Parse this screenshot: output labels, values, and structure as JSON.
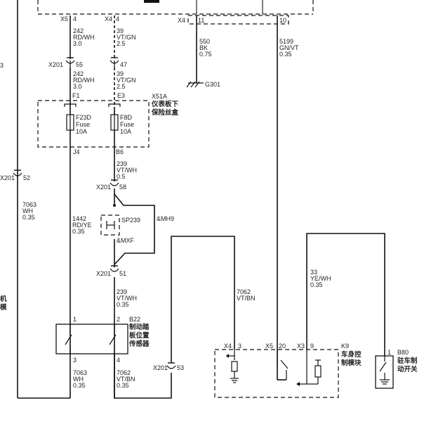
{
  "top": {
    "x5": "X5",
    "x5_pin": "4",
    "x4": "X4",
    "x4_pin": "4",
    "x4b": "X4",
    "pin11": "11",
    "pin10": "10"
  },
  "wires": {
    "w242a": [
      "242",
      "RD/WH",
      "3.0"
    ],
    "w39a": [
      "39",
      "VT/GN",
      "2.5"
    ],
    "w242b": [
      "242",
      "RD/WH",
      "3.0"
    ],
    "w39b": [
      "39",
      "VT/GN",
      "2.5"
    ],
    "w550": [
      "550",
      "BK",
      "0.75"
    ],
    "w5199": [
      "5199",
      "GN/VT",
      "0.35"
    ],
    "w239a": [
      "239",
      "VT/WH",
      "0.5"
    ],
    "w7063a": [
      "7063",
      "WH",
      "0.35"
    ],
    "w1442": [
      "1442",
      "RD/YE",
      "0.35"
    ],
    "w239b": [
      "239",
      "VT/WH",
      "0.35"
    ],
    "w7062a": [
      "7062",
      "VT/BN"
    ],
    "w33": [
      "33",
      "YE/WH",
      "0.35"
    ],
    "w7063b": [
      "7063",
      "WH",
      "0.35"
    ],
    "w7062b": [
      "7062",
      "VT/BN",
      "0.35"
    ]
  },
  "connectors": {
    "x201_55": {
      "name": "X201",
      "pin": "55"
    },
    "pin47": "47",
    "x201_52": {
      "name": "X201",
      "pin": "52"
    },
    "x201_58": {
      "name": "X201",
      "pin": "58"
    },
    "x201_51": {
      "name": "X201",
      "pin": "51"
    },
    "x201_53": {
      "name": "X201",
      "pin": "53"
    }
  },
  "ground": "G301",
  "fuse_block": {
    "ref": "X51A",
    "name_line1": "仪表板下",
    "name_line2": "保险丝盒",
    "pin_f1": "F1",
    "pin_e3": "E3",
    "pin_j4": "J4",
    "pin_b6": "B6",
    "fuse_left": [
      "F23D",
      "Fuse",
      "10A"
    ],
    "fuse_right": [
      "F8D",
      "Fuse",
      "10A"
    ]
  },
  "splice": {
    "ref": "SP239",
    "mh9": "&MH9",
    "mxf": "&MXF"
  },
  "sensor": {
    "ref": "B22",
    "name": [
      "制动踏",
      "板位置",
      "传感器"
    ],
    "pin1": "1",
    "pin2": "2",
    "pin3": "3",
    "pin4": "4"
  },
  "bcm": {
    "ref": "K9",
    "name": [
      "车身控",
      "制模块"
    ],
    "x4": "X4",
    "pin3": "3",
    "x5": "X5",
    "pin20": "20",
    "x3": "X3",
    "pin9": "9"
  },
  "switch": {
    "ref": "B80",
    "pin": "1",
    "name": [
      "驻车制",
      "动开关"
    ]
  },
  "left_edge": {
    "num3": "3",
    "char1": "机",
    "char2": "模"
  }
}
